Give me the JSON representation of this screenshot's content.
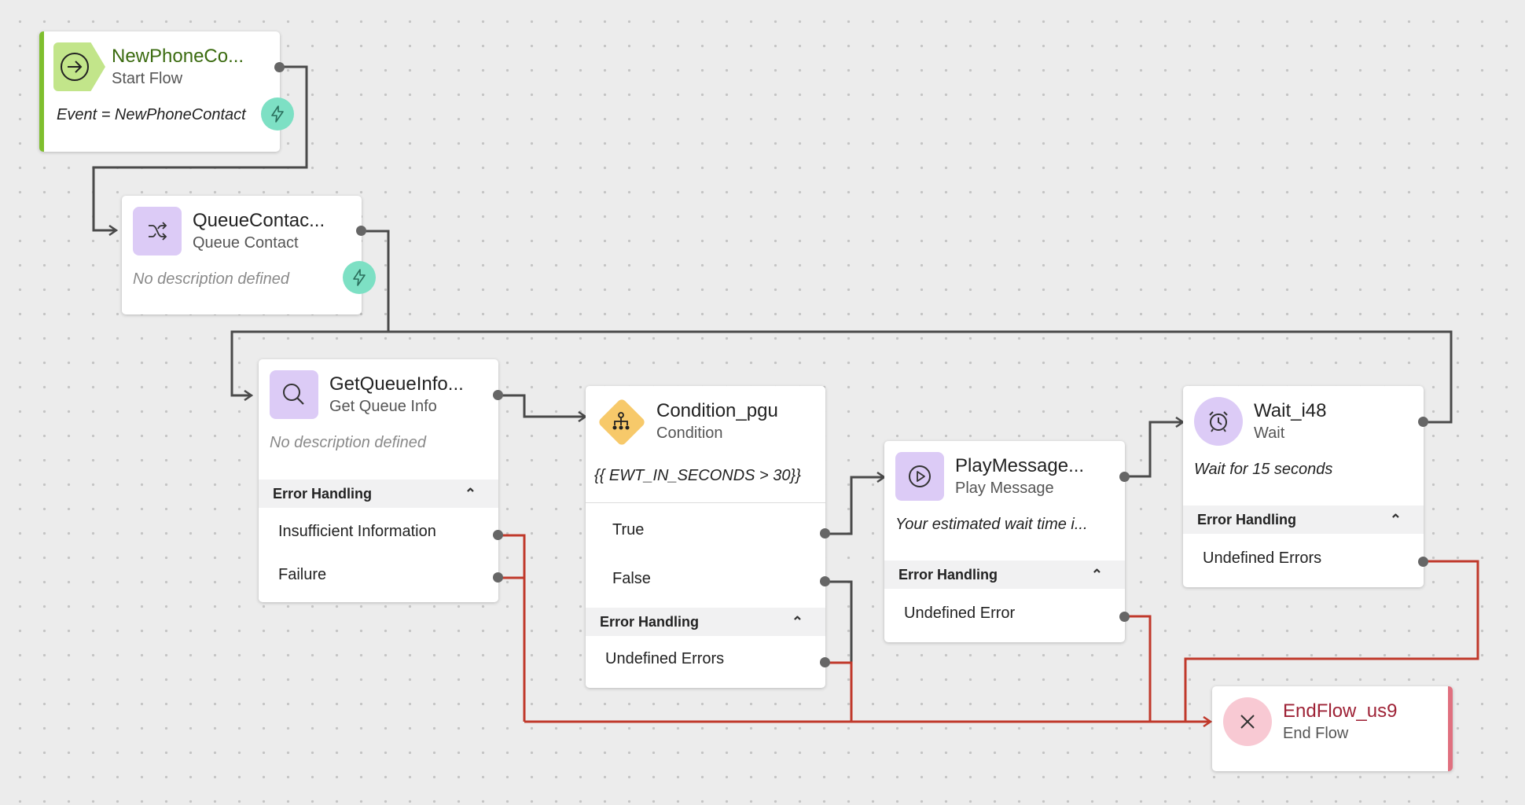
{
  "nodes": {
    "start": {
      "title": "NewPhoneCo...",
      "subtitle": "Start Flow",
      "description": "Event = NewPhoneContact",
      "colors": {
        "title": "#3b6b10",
        "accent": "#7fbf2e",
        "icon_bg": "#c2e58a"
      },
      "icon": "arrow-right-circle-icon"
    },
    "queue_contact": {
      "title": "QueueContac...",
      "subtitle": "Queue Contact",
      "description": "No description defined",
      "icon": "shuffle-icon"
    },
    "get_queue_info": {
      "title": "GetQueueInfo...",
      "subtitle": "Get Queue Info",
      "description": "No description defined",
      "error_handling_label": "Error Handling",
      "outputs": [
        "Insufficient Information",
        "Failure"
      ],
      "icon": "search-icon"
    },
    "condition": {
      "title": "Condition_pgu",
      "subtitle": "Condition",
      "description": "{{ EWT_IN_SECONDS > 30}}",
      "outputs": [
        "True",
        "False"
      ],
      "error_handling_label": "Error Handling",
      "error_outputs": [
        "Undefined Errors"
      ],
      "icon": "branch-icon",
      "colors": {
        "icon_bg": "#f7c96a"
      }
    },
    "play_message": {
      "title": "PlayMessage...",
      "subtitle": "Play Message",
      "description": "Your estimated wait time i...",
      "error_handling_label": "Error Handling",
      "error_outputs": [
        "Undefined Error"
      ],
      "icon": "play-circle-icon"
    },
    "wait": {
      "title": "Wait_i48",
      "subtitle": "Wait",
      "description": "Wait for 15 seconds",
      "error_handling_label": "Error Handling",
      "error_outputs": [
        "Undefined Errors"
      ],
      "icon": "alarm-clock-icon"
    },
    "end_flow": {
      "title": "EndFlow_us9",
      "subtitle": "End Flow",
      "colors": {
        "title": "#9e2236",
        "accent": "#e0707f",
        "icon_bg": "#f8c9d3"
      },
      "icon": "close-icon"
    }
  },
  "colors": {
    "wire_normal": "#4a4a4a",
    "wire_error": "#c0392b",
    "event_bolt": "#7de0c4"
  }
}
